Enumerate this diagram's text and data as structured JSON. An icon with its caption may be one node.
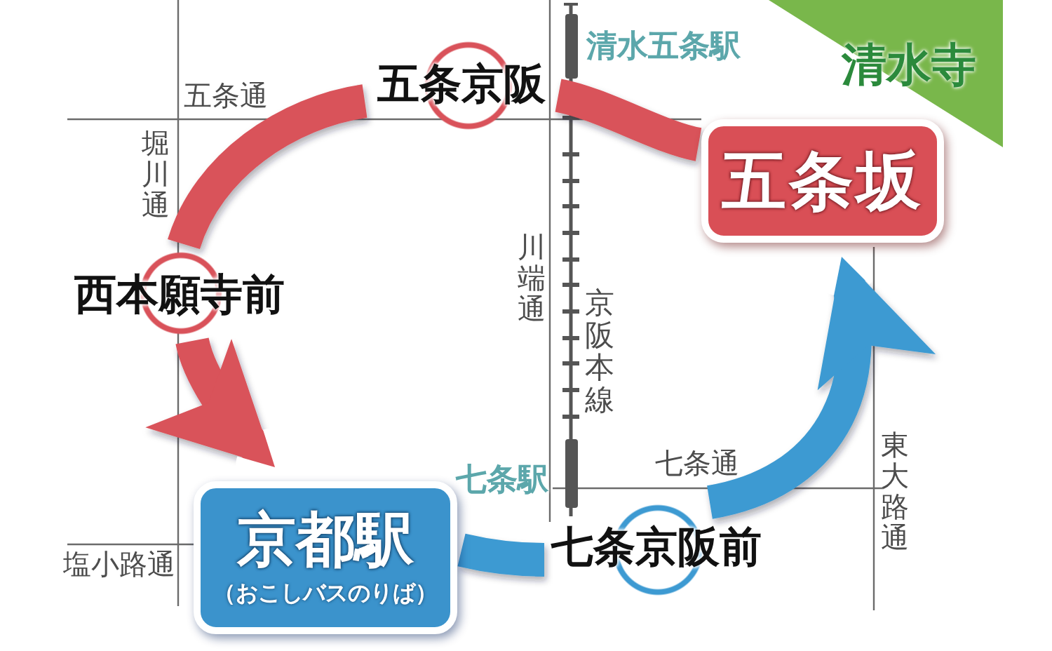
{
  "diagram": {
    "nodes": [
      {
        "text": [
          "五条京阪"
        ]
      },
      {
        "text": [
          "清水寺"
        ]
      },
      {
        "text": [
          "五条坂"
        ]
      },
      {
        "text": [
          "西本願寺前"
        ]
      },
      {
        "text": [
          "京都駅",
          "（おこしバスのりば）"
        ]
      },
      {
        "text": [
          "七条京阪前"
        ]
      }
    ],
    "edges": [
      {
        "from": 2,
        "to": 0,
        "arrow": "none",
        "color": "#d9525a"
      },
      {
        "from": 0,
        "to": 3,
        "arrow": "none",
        "color": "#d9525a"
      },
      {
        "from": 3,
        "to": 4,
        "arrow": "to",
        "color": "#d9525a"
      },
      {
        "from": 4,
        "to": 5,
        "arrow": "none",
        "color": "#3d9ad2"
      },
      {
        "from": 5,
        "to": 2,
        "arrow": "to",
        "color": "#3d9ad2"
      }
    ],
    "labels": [
      "清水五条駅",
      "五条通",
      "堀川通",
      "川端通",
      "京阪本線",
      "東大路通",
      "七条通",
      "七条駅",
      "塩小路通"
    ]
  }
}
